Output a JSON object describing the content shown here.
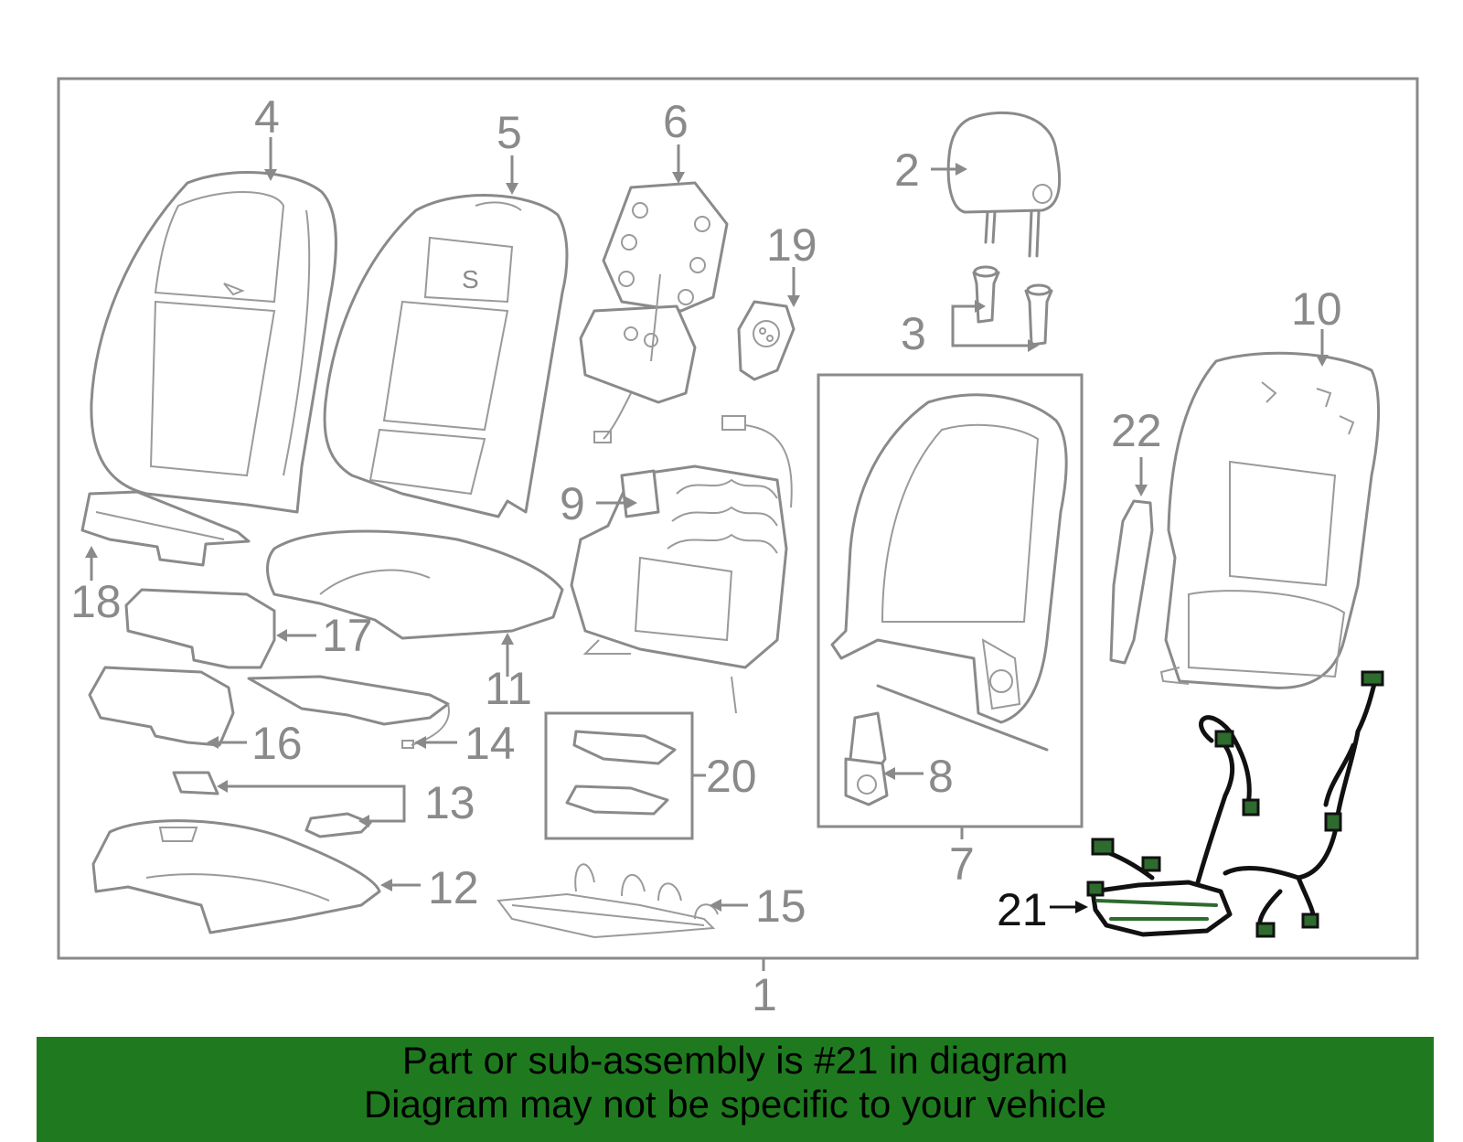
{
  "callouts": [
    {
      "id": "1",
      "text": "1"
    },
    {
      "id": "2",
      "text": "2"
    },
    {
      "id": "3",
      "text": "3"
    },
    {
      "id": "4",
      "text": "4"
    },
    {
      "id": "5",
      "text": "5"
    },
    {
      "id": "6",
      "text": "6"
    },
    {
      "id": "7",
      "text": "7"
    },
    {
      "id": "8",
      "text": "8"
    },
    {
      "id": "9",
      "text": "9"
    },
    {
      "id": "10",
      "text": "10"
    },
    {
      "id": "11",
      "text": "11"
    },
    {
      "id": "12",
      "text": "12"
    },
    {
      "id": "13",
      "text": "13"
    },
    {
      "id": "14",
      "text": "14"
    },
    {
      "id": "15",
      "text": "15"
    },
    {
      "id": "16",
      "text": "16"
    },
    {
      "id": "17",
      "text": "17"
    },
    {
      "id": "18",
      "text": "18"
    },
    {
      "id": "19",
      "text": "19"
    },
    {
      "id": "20",
      "text": "20"
    },
    {
      "id": "21",
      "text": "21"
    },
    {
      "id": "22",
      "text": "22"
    }
  ],
  "highlighted_part": "21",
  "colors": {
    "highlight": "#2e6b2e",
    "banner": "#1f7a1f",
    "line": "#8a8a8a"
  },
  "footer": {
    "line1": "Part or sub-assembly is #21 in diagram",
    "line2": "Diagram may not be specific to your vehicle"
  }
}
